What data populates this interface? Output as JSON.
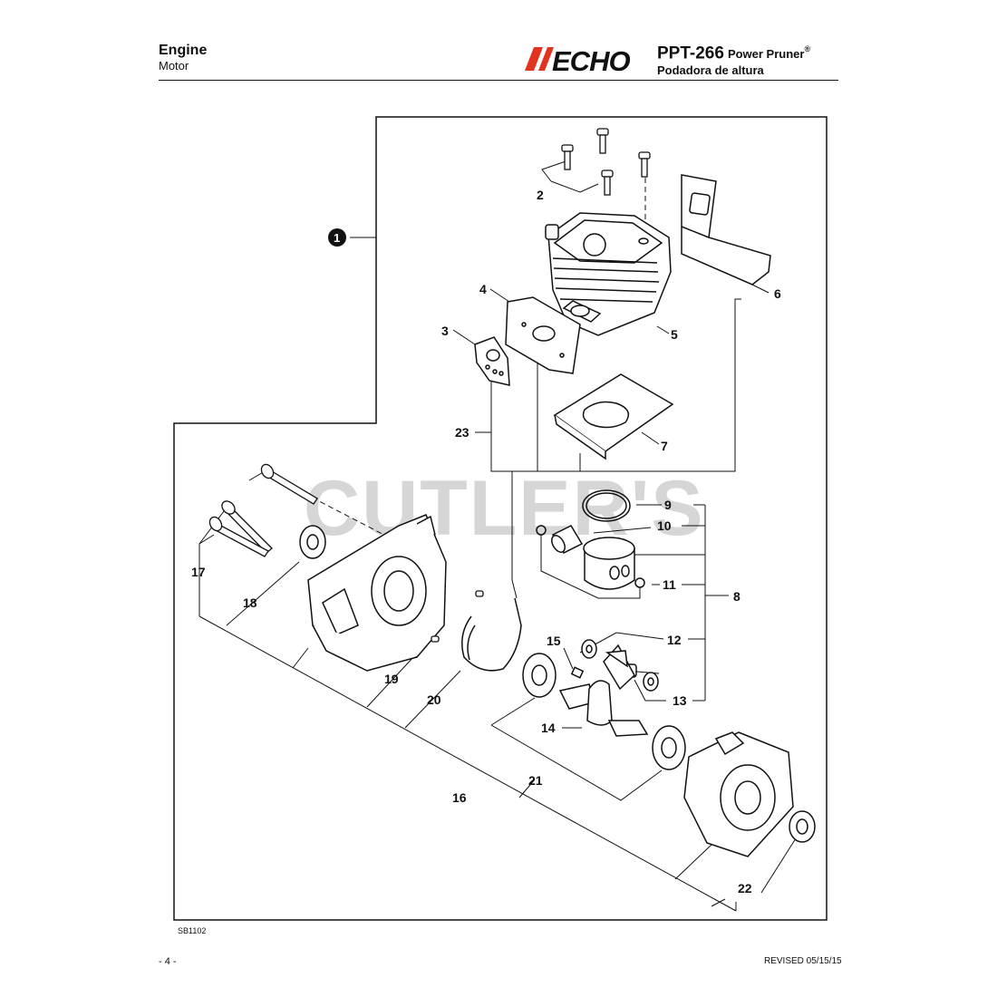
{
  "header": {
    "title": "Engine",
    "subtitle": "Motor",
    "brand": "ECHO",
    "model": "PPT-266",
    "product_en": "Power Pruner",
    "product_es": "Podadora de altura",
    "registered": "®"
  },
  "watermark": "CUTLER'S",
  "callouts": {
    "c1": "1",
    "c2": "2",
    "c3": "3",
    "c4": "4",
    "c5": "5",
    "c6": "6",
    "c7": "7",
    "c8": "8",
    "c9": "9",
    "c10": "10",
    "c11": "11",
    "c12": "12",
    "c13": "13",
    "c14": "14",
    "c15": "15",
    "c16": "16",
    "c17": "17",
    "c18": "18",
    "c19": "19",
    "c20": "20",
    "c21": "21",
    "c22": "22",
    "c23": "23"
  },
  "footer": {
    "drawing_code": "SB1102",
    "page": "- 4 -",
    "revised": "REVISED 05/15/15"
  },
  "colors": {
    "brand_red": "#e3331f",
    "ink": "#111111"
  }
}
